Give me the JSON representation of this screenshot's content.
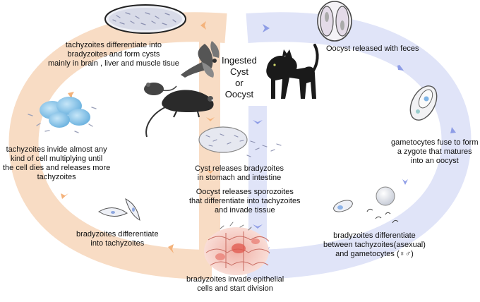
{
  "labels": {
    "cysts_form": [
      "tachyzoites differentiate into",
      "bradyzoites and form cysts",
      "mainly in brain , liver and muscle tisue"
    ],
    "tachy_invade": [
      "tachyzoites invide almost any",
      "kind of cell multiplying until",
      "the cell dies and releases more",
      "tachyzoites"
    ],
    "brady_to_tachy": [
      "bradyzoites differentiate",
      "into tachyzoites"
    ],
    "ingested": [
      "Ingested",
      "Cyst",
      "or",
      "Oocyst"
    ],
    "cyst_releases": [
      "Cyst releases bradyzoites",
      "in stomach and intestine"
    ],
    "oocyst_releases": [
      "Oocyst releases sporozoites",
      "that differentiate into tachyzoites",
      "and invade tissue"
    ],
    "epithelial": [
      "bradyzoites invade epithelial",
      "cells and start division"
    ],
    "oocyst_feces": [
      "Oocyst released with feces"
    ],
    "gametocytes_fuse": [
      "gametocytes fuse to form",
      "a zygote that matures",
      "into an oocyst"
    ],
    "brady_gameto": [
      "bradyzoites differentiate",
      "between tachyzoites(asexual)",
      "and gametocytes (♀♂)"
    ]
  },
  "colors": {
    "left_cycle": "#f8dcc4",
    "left_arrow": "#f4b27a",
    "right_cycle": "#dfe3f8",
    "right_arrow": "#8e9de6",
    "cell_blue": "#8ec8ec",
    "epithelium": "#e8786e"
  }
}
